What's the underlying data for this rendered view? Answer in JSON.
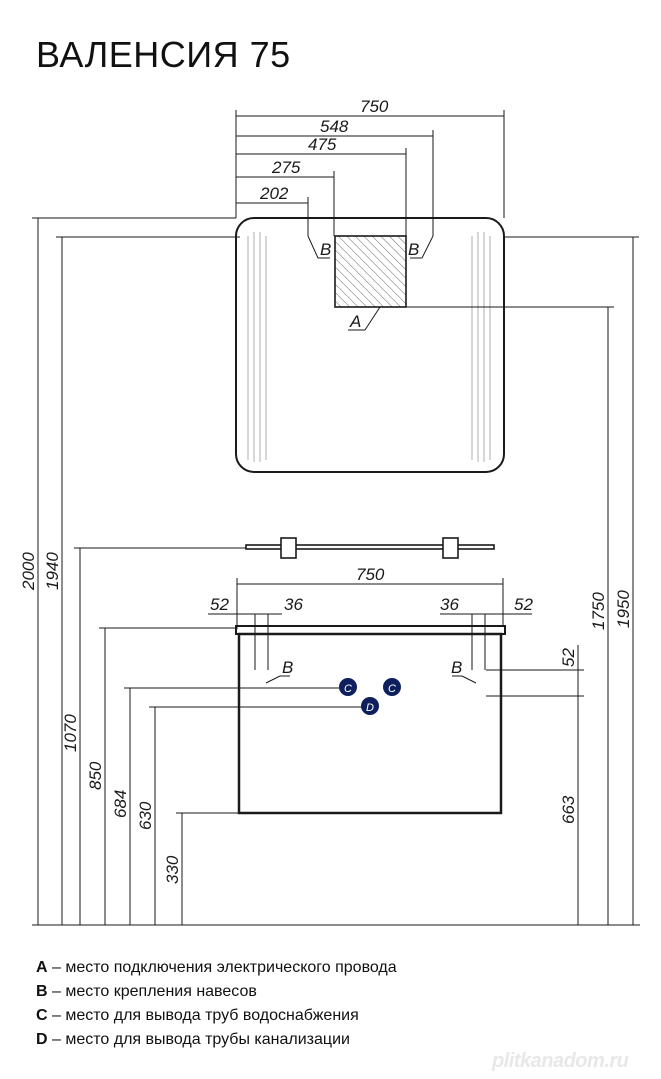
{
  "title": "ВАЛЕНСИЯ 75",
  "mirror_dims": {
    "w750": "750",
    "w548": "548",
    "w475": "475",
    "w275": "275",
    "w202": "202"
  },
  "markers": {
    "a": "A",
    "b": "B",
    "c": "C",
    "d": "D"
  },
  "heights": {
    "h2000": "2000",
    "h1940": "1940",
    "h1070": "1070",
    "h850": "850",
    "h684": "684",
    "h630": "630",
    "h330": "330",
    "h1950": "1950",
    "h1750": "1750",
    "h663": "663",
    "h52": "52"
  },
  "cabinet_dims": {
    "w750": "750",
    "left52": "52",
    "left36": "36",
    "right36": "36",
    "right52": "52"
  },
  "legend": [
    {
      "key": "A",
      "text": " – место подключения электрического провода"
    },
    {
      "key": "B",
      "text": " – место крепления навесов"
    },
    {
      "key": "C",
      "text": " – место для вывода труб водоснабжения"
    },
    {
      "key": "D",
      "text": " – место для вывода трубы канализации"
    }
  ],
  "watermark": "plitkanadom.ru",
  "colors": {
    "marker": "#0d1f5c",
    "line": "#1a1a1a"
  }
}
